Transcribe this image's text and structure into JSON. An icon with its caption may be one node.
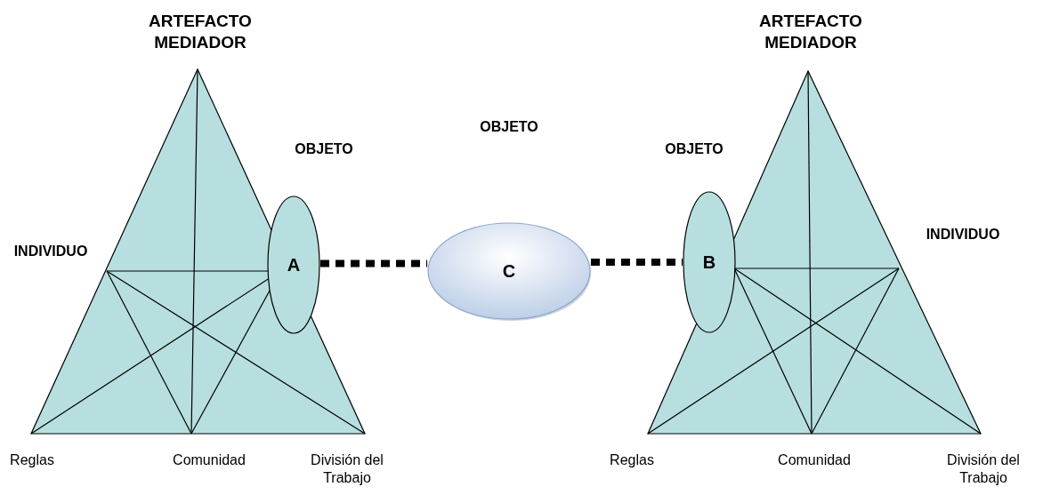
{
  "diagram": {
    "nodes": [
      {
        "text": [
          "A"
        ]
      },
      {
        "text": [
          "C"
        ]
      },
      {
        "text": [
          "B"
        ]
      }
    ],
    "edges": [
      {
        "from": 0,
        "to": 1,
        "arrow": "none",
        "style": "dashed"
      },
      {
        "from": 1,
        "to": 2,
        "arrow": "none",
        "style": "dashed"
      }
    ],
    "labels": [
      "ARTEFACTO MEDIADOR",
      "ARTEFACTO MEDIADOR",
      "OBJETO",
      "OBJETO",
      "OBJETO",
      "INDIVIDUO",
      "INDIVIDUO",
      "Reglas",
      "Comunidad",
      "División del Trabajo",
      "Reglas",
      "Comunidad",
      "División del Trabajo"
    ]
  }
}
